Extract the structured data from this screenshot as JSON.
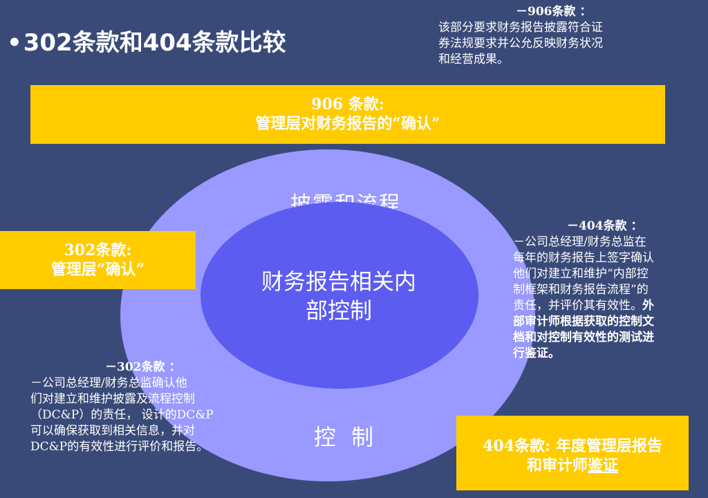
{
  "title": {
    "bullet": "•",
    "text": "302条款和404条款比较"
  },
  "note_906": {
    "header": "－906条款 ：",
    "lines": [
      "该部分要求财务报告披露符合证",
      "券法规要求并公允反映财务状况",
      "和经营成果。"
    ]
  },
  "band_906": {
    "line1": "906 条款:",
    "line2": "管理层对财务报告的“确认”"
  },
  "diagram": {
    "outer_label_top": "披露和流程",
    "outer_label_bottom": "控 制",
    "inner_label_line1": "财务报告相关内",
    "inner_label_line2": "部控制"
  },
  "band_302": {
    "line1": "302条款:",
    "line2": "管理层“确认”"
  },
  "note_404": {
    "header": "－404条款 ：",
    "lines": [
      "－公司总经理/财务总监在",
      "每年的财务报告上签字确认",
      "他们对建立和维护“内部控",
      "制框架和财务报告流程”的",
      "责任，并评价其有效性。"
    ],
    "bold_lines": [
      "外",
      "部审计师根据获取的控制文",
      "档和对控制有效性的测试进",
      "行鉴证。"
    ]
  },
  "note_302": {
    "header": "－302条款 ：",
    "lines": [
      "－公司总经理/财务总监确认他",
      "们对建立和维护披露及流程控制",
      "（DC&P）的责任，  设计的DC&P",
      "可以确保获取到相关信息，并对",
      "DC&P的有效性进行评价和报告。"
    ]
  },
  "band_404": {
    "line1": "404条款: 年度管理层报告",
    "line2_prefix": "和审计师",
    "line2_underlined": "鉴证"
  },
  "colors": {
    "background": "#3a4a78",
    "band": "#ffcc00",
    "outer_ellipse": "#9999ff",
    "inner_ellipse": "#5c5cf0"
  }
}
